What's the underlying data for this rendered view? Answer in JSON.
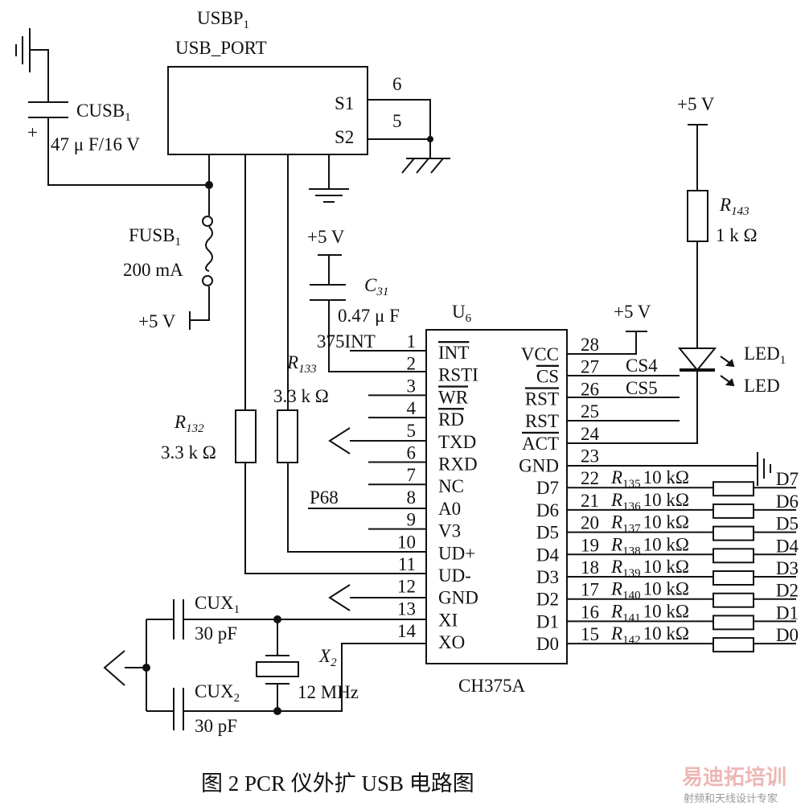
{
  "usb_port": {
    "designator": "USBP",
    "designator_sub": "1",
    "type": "USB_PORT",
    "pin_s1": "S1",
    "pin_s2": "S2",
    "pin_s1_num": "6",
    "pin_s2_num": "5"
  },
  "cusb": {
    "designator": "CUSB",
    "designator_sub": "1",
    "value": "47  μ F/16 V",
    "polarity": "+"
  },
  "fuse": {
    "designator": "FUSB",
    "designator_sub": "1",
    "value": "200 mA",
    "supply": "+5 V"
  },
  "c31": {
    "designator": "C",
    "designator_sub": "31",
    "value": "0.47  μ F",
    "supply": "+5 V"
  },
  "r132": {
    "designator": "R",
    "designator_sub": "132",
    "value": "3.3 k Ω"
  },
  "r133": {
    "designator": "R",
    "designator_sub": "133",
    "value": "3.3 k Ω"
  },
  "r143": {
    "designator": "R",
    "designator_sub": "143",
    "value": "1 k Ω",
    "supply": "+5 V"
  },
  "led": {
    "designator": "LED",
    "designator_sub": "1",
    "type": "LED"
  },
  "net_labels": {
    "int": "375INT",
    "p68": "P68",
    "cs4": "CS4",
    "cs5": "CS5",
    "vcc_supply": "+5 V"
  },
  "chip": {
    "designator": "U",
    "designator_sub": "6",
    "part": "CH375A",
    "left_pins": [
      {
        "num": "1",
        "name": "INT",
        "overline": true
      },
      {
        "num": "2",
        "name": "RSTI",
        "overline": false
      },
      {
        "num": "3",
        "name": "WR",
        "overline": true
      },
      {
        "num": "4",
        "name": "RD",
        "overline": true
      },
      {
        "num": "5",
        "name": "TXD",
        "overline": false
      },
      {
        "num": "6",
        "name": "RXD",
        "overline": false
      },
      {
        "num": "7",
        "name": "NC",
        "overline": false
      },
      {
        "num": "8",
        "name": "A0",
        "overline": false
      },
      {
        "num": "9",
        "name": "V3",
        "overline": false
      },
      {
        "num": "10",
        "name": "UD+",
        "overline": false
      },
      {
        "num": "11",
        "name": "UD-",
        "overline": false
      },
      {
        "num": "12",
        "name": "GND",
        "overline": false
      },
      {
        "num": "13",
        "name": "XI",
        "overline": false
      },
      {
        "num": "14",
        "name": "XO",
        "overline": false
      }
    ],
    "right_pins": [
      {
        "num": "28",
        "name": "VCC",
        "overline": false
      },
      {
        "num": "27",
        "name": "CS",
        "overline": true
      },
      {
        "num": "26",
        "name": "RST",
        "overline": true
      },
      {
        "num": "25",
        "name": "RST",
        "overline": false
      },
      {
        "num": "24",
        "name": "ACT",
        "overline": true
      },
      {
        "num": "23",
        "name": "GND",
        "overline": false
      },
      {
        "num": "22",
        "name": "D7",
        "overline": false
      },
      {
        "num": "21",
        "name": "D6",
        "overline": false
      },
      {
        "num": "20",
        "name": "D5",
        "overline": false
      },
      {
        "num": "19",
        "name": "D4",
        "overline": false
      },
      {
        "num": "18",
        "name": "D3",
        "overline": false
      },
      {
        "num": "17",
        "name": "D2",
        "overline": false
      },
      {
        "num": "16",
        "name": "D1",
        "overline": false
      },
      {
        "num": "15",
        "name": "D0",
        "overline": false
      }
    ]
  },
  "data_resistors": [
    {
      "designator": "R",
      "sub": "135",
      "value": "10 kΩ",
      "net": "D7"
    },
    {
      "designator": "R",
      "sub": "136",
      "value": "10 kΩ",
      "net": "D6"
    },
    {
      "designator": "R",
      "sub": "137",
      "value": "10 kΩ",
      "net": "D5"
    },
    {
      "designator": "R",
      "sub": "138",
      "value": "10 kΩ",
      "net": "D4"
    },
    {
      "designator": "R",
      "sub": "139",
      "value": "10 kΩ",
      "net": "D3"
    },
    {
      "designator": "R",
      "sub": "140",
      "value": "10 kΩ",
      "net": "D2"
    },
    {
      "designator": "R",
      "sub": "141",
      "value": "10 kΩ",
      "net": "D1"
    },
    {
      "designator": "R",
      "sub": "142",
      "value": "10 kΩ",
      "net": "D0"
    }
  ],
  "cux1": {
    "designator": "CUX",
    "designator_sub": "1",
    "value": "30 pF"
  },
  "cux2": {
    "designator": "CUX",
    "designator_sub": "2",
    "value": "30 pF"
  },
  "crystal": {
    "designator": "X",
    "designator_sub": "2",
    "value": "12 MHz"
  },
  "caption": "图 2   PCR 仪外扩 USB 电路图",
  "watermark": {
    "main": "易迪拓培训",
    "secondary": "射频和天线设计专家"
  }
}
